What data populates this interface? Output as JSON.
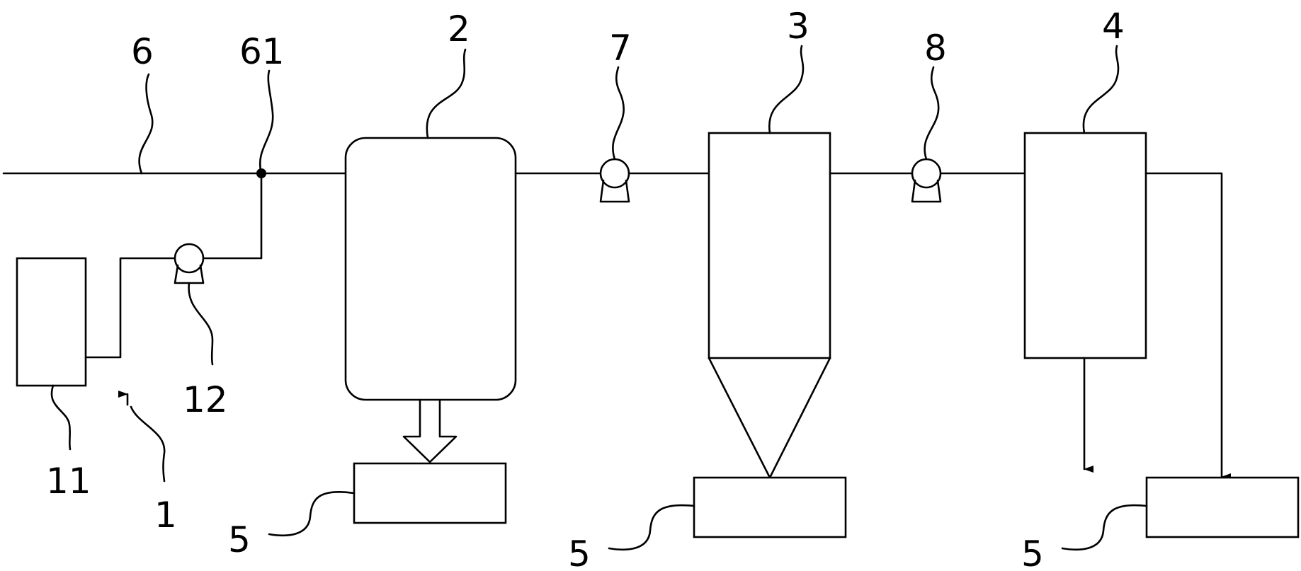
{
  "labels": {
    "main_pipe": "6",
    "junction": "61",
    "vessel_2": "2",
    "pump_7": "7",
    "cyclone_3": "3",
    "pump_8": "8",
    "unit_4": "4",
    "tank_11": "11",
    "pump_12": "12",
    "assembly_1": "1",
    "collector_a": "5",
    "collector_b": "5",
    "collector_c": "5"
  }
}
